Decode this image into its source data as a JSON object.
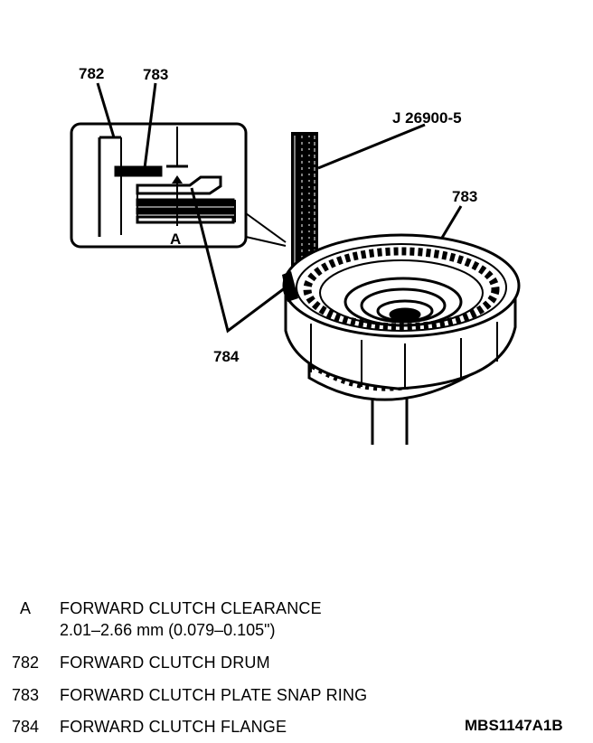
{
  "callouts": {
    "c782": "782",
    "c783_detail": "783",
    "tool": "J 26900-5",
    "c783_drum": "783",
    "c784": "784",
    "a": "A"
  },
  "legend": [
    {
      "key": "A",
      "desc": "FORWARD CLUTCH CLEARANCE",
      "sub": "2.01–2.66 mm (0.079–0.105\")"
    },
    {
      "key": "782",
      "desc": "FORWARD CLUTCH DRUM"
    },
    {
      "key": "783",
      "desc": "FORWARD CLUTCH PLATE SNAP RING"
    },
    {
      "key": "784",
      "desc": "FORWARD CLUTCH FLANGE"
    }
  ],
  "figure_code": "MBS1147A1B"
}
